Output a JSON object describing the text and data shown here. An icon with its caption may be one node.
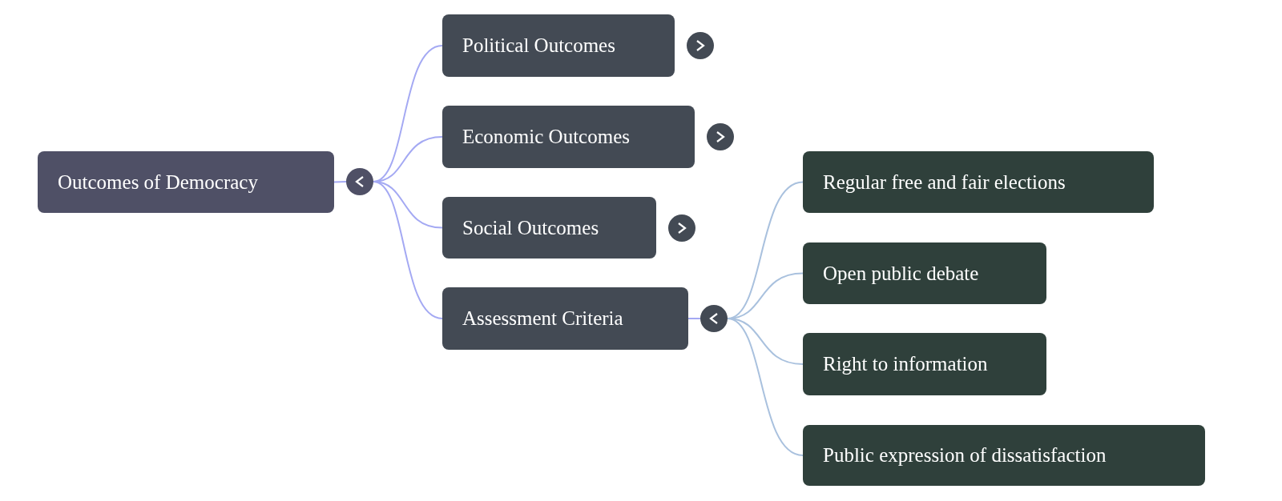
{
  "diagram": {
    "nodes": [
      {
        "text": [
          "Outcomes of Democracy"
        ]
      },
      {
        "text": [],
        "shape": "circle"
      },
      {
        "text": [
          "Political Outcomes"
        ]
      },
      {
        "text": [],
        "shape": "circle"
      },
      {
        "text": [
          "Economic Outcomes"
        ]
      },
      {
        "text": [],
        "shape": "circle"
      },
      {
        "text": [
          "Social Outcomes"
        ]
      },
      {
        "text": [],
        "shape": "circle"
      },
      {
        "text": [
          "Assessment Criteria"
        ]
      },
      {
        "text": [],
        "shape": "circle"
      },
      {
        "text": [
          "Regular free and fair elections"
        ]
      },
      {
        "text": [
          "Open public debate"
        ]
      },
      {
        "text": [
          "Right to information"
        ]
      },
      {
        "text": [
          "Public expression of dissatisfaction"
        ]
      }
    ],
    "edges": [
      {
        "from": 0,
        "to": 1,
        "arrow": "none",
        "color": "#a4a9f3"
      },
      {
        "from": 1,
        "to": 2,
        "arrow": "none",
        "color": "#a4a9f3"
      },
      {
        "from": 1,
        "to": 4,
        "arrow": "none",
        "color": "#a4a9f3"
      },
      {
        "from": 1,
        "to": 6,
        "arrow": "none",
        "color": "#a4a9f3"
      },
      {
        "from": 1,
        "to": 8,
        "arrow": "none",
        "color": "#a4a9f3"
      },
      {
        "from": 8,
        "to": 9,
        "arrow": "none",
        "color": "#a4a9f3"
      },
      {
        "from": 9,
        "to": 10,
        "arrow": "none",
        "color": "#a9c1de"
      },
      {
        "from": 9,
        "to": 11,
        "arrow": "none",
        "color": "#a9c1de"
      },
      {
        "from": 9,
        "to": 12,
        "arrow": "none",
        "color": "#a9c1de"
      },
      {
        "from": 9,
        "to": 13,
        "arrow": "none",
        "color": "#a9c1de"
      }
    ]
  }
}
